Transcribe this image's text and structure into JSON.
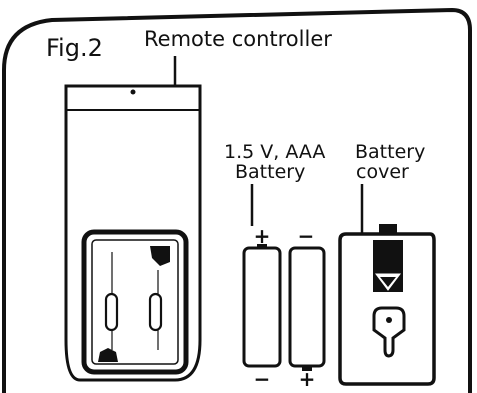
{
  "figure": {
    "label": "Fig.2",
    "remote_label": "Remote controller",
    "battery_label_line1": "1.5 V, AAA",
    "battery_label_line2": "Battery",
    "cover_label_line1": "Battery",
    "cover_label_line2": "cover",
    "battery1_top_sign": "+",
    "battery1_bottom_sign": "−",
    "battery2_top_sign": "−",
    "battery2_bottom_sign": "+"
  },
  "colors": {
    "ink": "#111111",
    "background": "#ffffff"
  }
}
